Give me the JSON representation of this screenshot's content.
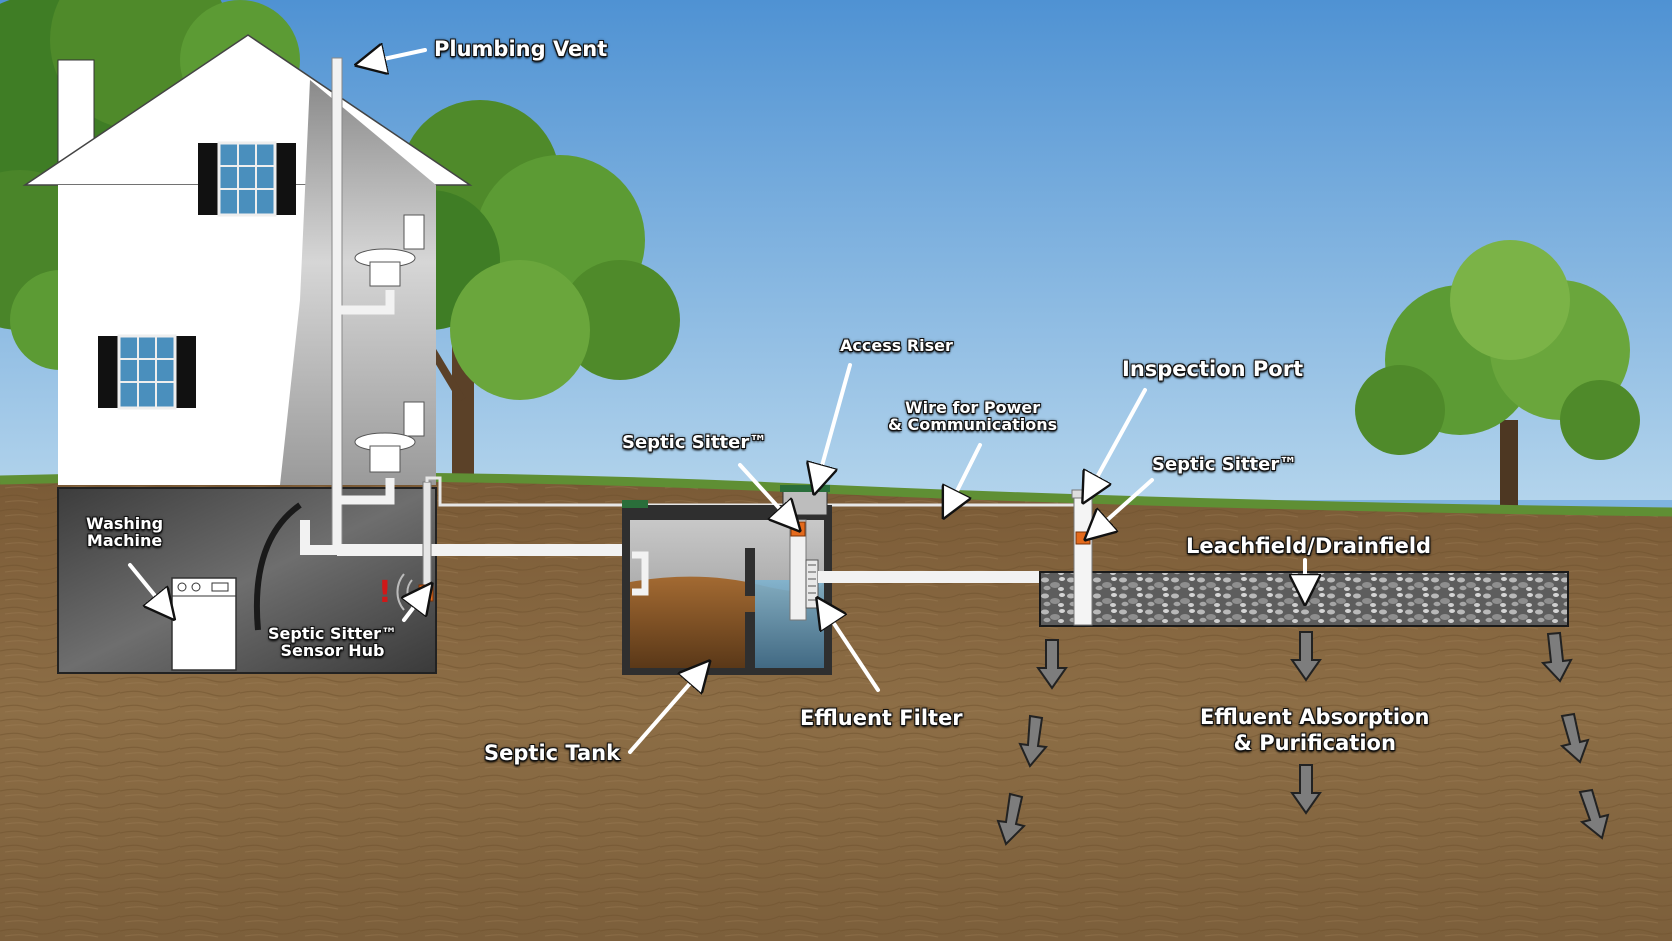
{
  "labels": {
    "plumbing_vent": "Plumbing Vent",
    "access_riser": "Access Riser",
    "wire": "Wire for Power\n& Communications",
    "inspection_port": "Inspection Port",
    "septic_sitter_tank": "Septic Sitter™",
    "septic_sitter_port": "Septic Sitter™",
    "leachfield": "Leachfield/Drainfield",
    "washing_machine": "Washing\nMachine",
    "sensor_hub": "Septic Sitter™\nSensor Hub",
    "septic_tank": "Septic Tank",
    "effluent_filter": "Effluent Filter",
    "absorption": "Effluent Absorption\n& Purification"
  },
  "alert_mark": "!",
  "colors": {
    "sky_top": "#5b9ad6",
    "sky_bottom": "#a9cde9",
    "soil": "#8a6b43",
    "grass": "#5f8f34",
    "sitter_sensor": "#e46a1c",
    "tank_water": "#4f86a9",
    "tank_sludge": "#7a4e24",
    "gravel": "#6d6d6d",
    "tree_foliage": "#4f8a2a"
  },
  "icons": [
    "house",
    "toilet-icon",
    "washing-machine-icon",
    "tree",
    "septic-tank",
    "access-riser",
    "inspection-port",
    "gravel-bed",
    "arrow"
  ]
}
